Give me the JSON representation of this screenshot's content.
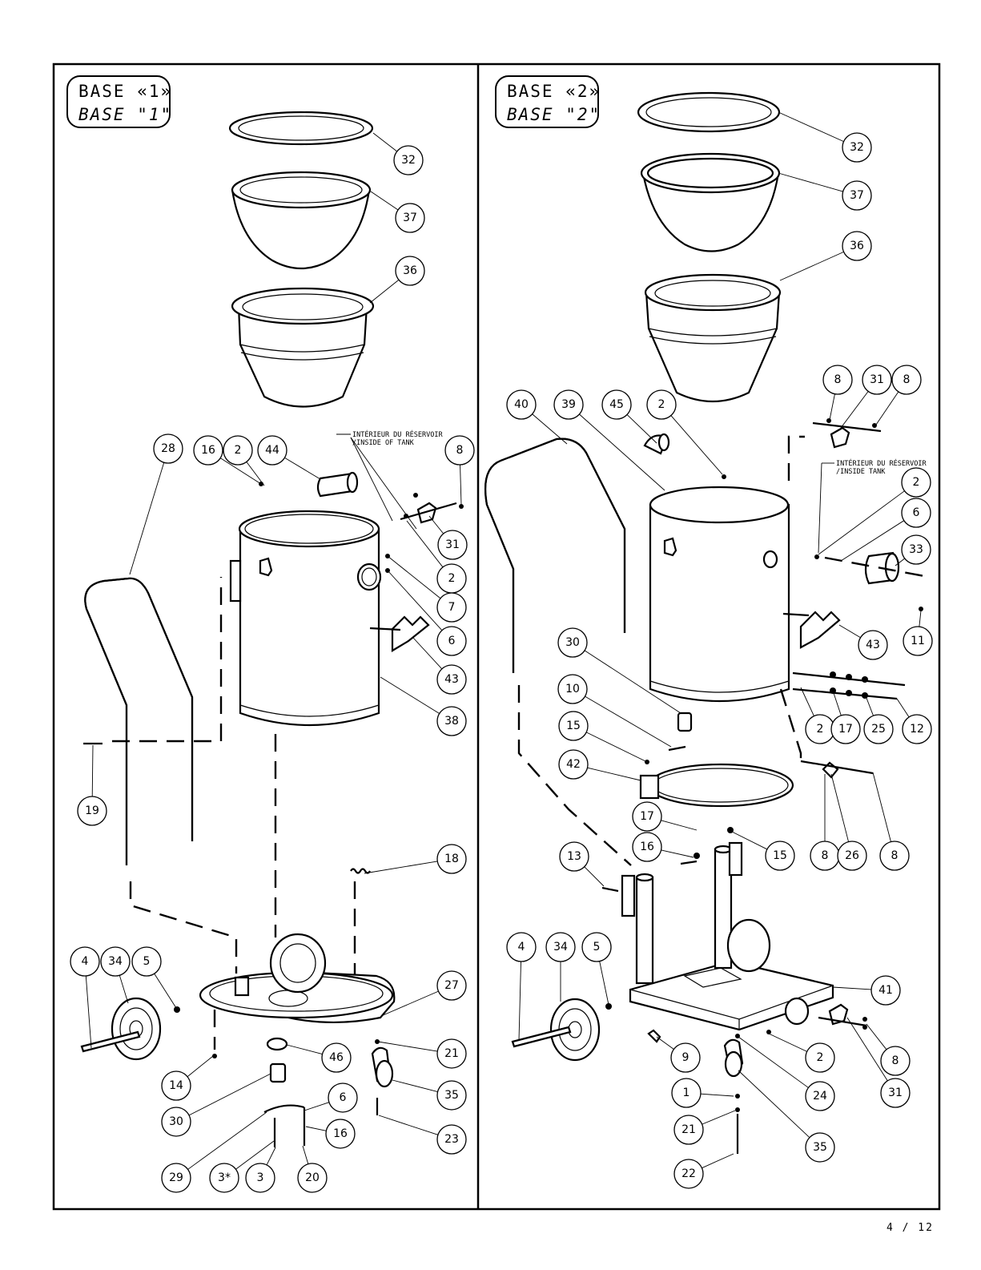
{
  "panels": [
    {
      "id": "base1",
      "title": "BASE «1»",
      "subtitle": "BASE \"1\"",
      "note": [
        "INTÉRIEUR DU RÉSERVOIR",
        "/INSIDE OF TANK"
      ]
    },
    {
      "id": "base2",
      "title": "BASE «2»",
      "subtitle": "BASE \"2\"",
      "note": [
        "INTÉRIEUR DU RÉSERVOIR",
        "/INSIDE TANK"
      ]
    }
  ],
  "callouts_left": [
    "32",
    "37",
    "36",
    "28",
    "16",
    "2",
    "44",
    "8",
    "31",
    "2",
    "7",
    "6",
    "43",
    "38",
    "19",
    "18",
    "4",
    "34",
    "5",
    "27",
    "21",
    "46",
    "14",
    "35",
    "6",
    "30",
    "16",
    "23",
    "29",
    "3*",
    "3",
    "20"
  ],
  "callouts_right": [
    "32",
    "37",
    "36",
    "40",
    "39",
    "45",
    "2",
    "8",
    "31",
    "8",
    "2",
    "6",
    "33",
    "30",
    "11",
    "43",
    "10",
    "2",
    "17",
    "25",
    "12",
    "15",
    "42",
    "17",
    "15",
    "16",
    "8",
    "26",
    "8",
    "13",
    "4",
    "34",
    "5",
    "41",
    "9",
    "2",
    "8",
    "1",
    "24",
    "31",
    "21",
    "35",
    "22"
  ],
  "page": "4 / 12"
}
